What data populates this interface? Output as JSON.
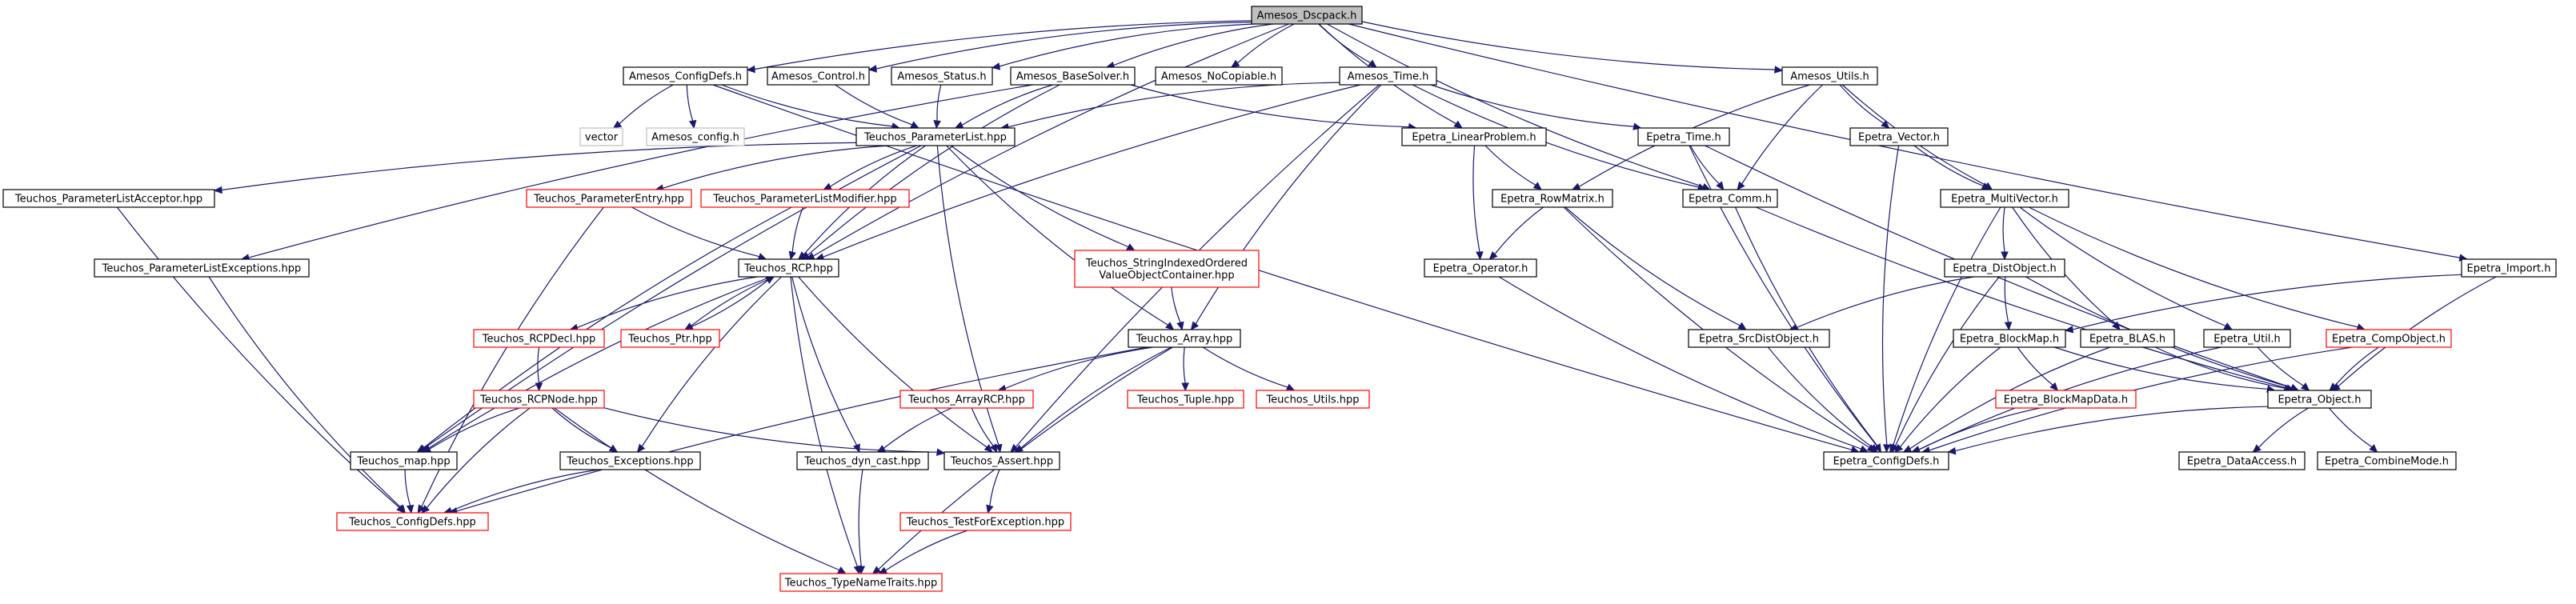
{
  "title": "",
  "colors": {
    "edge": "#191970",
    "box_border": "#000000",
    "box_external": "#bfbfbf",
    "box_missing": "#ff0000",
    "box_root_fill": "#bfbfbf",
    "box_fill": "#ffffff",
    "text": "#000000"
  },
  "nodes": [
    {
      "id": "root",
      "label": "Amesos_Dscpack.h",
      "kind": "root"
    },
    {
      "id": "amesos_configdefs",
      "label": "Amesos_ConfigDefs.h",
      "kind": "normal"
    },
    {
      "id": "amesos_control",
      "label": "Amesos_Control.h",
      "kind": "normal"
    },
    {
      "id": "amesos_status",
      "label": "Amesos_Status.h",
      "kind": "normal"
    },
    {
      "id": "amesos_basesolver",
      "label": "Amesos_BaseSolver.h",
      "kind": "normal"
    },
    {
      "id": "amesos_nocopiable",
      "label": "Amesos_NoCopiable.h",
      "kind": "normal"
    },
    {
      "id": "amesos_time",
      "label": "Amesos_Time.h",
      "kind": "normal"
    },
    {
      "id": "amesos_utils",
      "label": "Amesos_Utils.h",
      "kind": "normal"
    },
    {
      "id": "vector",
      "label": "vector",
      "kind": "external"
    },
    {
      "id": "amesos_config",
      "label": "Amesos_config.h",
      "kind": "external"
    },
    {
      "id": "teuchos_parameterlist",
      "label": "Teuchos_ParameterList.hpp",
      "kind": "normal"
    },
    {
      "id": "epetra_linearproblem",
      "label": "Epetra_LinearProblem.h",
      "kind": "normal"
    },
    {
      "id": "epetra_time",
      "label": "Epetra_Time.h",
      "kind": "normal"
    },
    {
      "id": "epetra_vector",
      "label": "Epetra_Vector.h",
      "kind": "normal"
    },
    {
      "id": "teuchos_plistacceptor",
      "label": "Teuchos_ParameterListAcceptor.hpp",
      "kind": "normal"
    },
    {
      "id": "teuchos_parameterentry",
      "label": "Teuchos_ParameterEntry.hpp",
      "kind": "missing"
    },
    {
      "id": "teuchos_plistmodifier",
      "label": "Teuchos_ParameterListModifier.hpp",
      "kind": "missing"
    },
    {
      "id": "epetra_rowmatrix",
      "label": "Epetra_RowMatrix.h",
      "kind": "normal"
    },
    {
      "id": "epetra_comm",
      "label": "Epetra_Comm.h",
      "kind": "normal"
    },
    {
      "id": "epetra_multivector",
      "label": "Epetra_MultiVector.h",
      "kind": "normal"
    },
    {
      "id": "teuchos_plistexceptions",
      "label": "Teuchos_ParameterListExceptions.hpp",
      "kind": "normal"
    },
    {
      "id": "teuchos_rcp",
      "label": "Teuchos_RCP.hpp",
      "kind": "normal"
    },
    {
      "id": "teuchos_sio",
      "lines": [
        "Teuchos_StringIndexedOrdered",
        "ValueObjectContainer.hpp"
      ],
      "kind": "missing"
    },
    {
      "id": "epetra_operator",
      "label": "Epetra_Operator.h",
      "kind": "normal"
    },
    {
      "id": "epetra_distobject",
      "label": "Epetra_DistObject.h",
      "kind": "normal"
    },
    {
      "id": "epetra_import",
      "label": "Epetra_Import.h",
      "kind": "normal"
    },
    {
      "id": "teuchos_rcpdecl",
      "label": "Teuchos_RCPDecl.hpp",
      "kind": "missing"
    },
    {
      "id": "teuchos_ptr",
      "label": "Teuchos_Ptr.hpp",
      "kind": "missing"
    },
    {
      "id": "teuchos_array",
      "label": "Teuchos_Array.hpp",
      "kind": "normal"
    },
    {
      "id": "epetra_srcdistobject",
      "label": "Epetra_SrcDistObject.h",
      "kind": "normal"
    },
    {
      "id": "epetra_blockmap",
      "label": "Epetra_BlockMap.h",
      "kind": "normal"
    },
    {
      "id": "epetra_blas",
      "label": "Epetra_BLAS.h",
      "kind": "normal"
    },
    {
      "id": "epetra_util",
      "label": "Epetra_Util.h",
      "kind": "normal"
    },
    {
      "id": "epetra_compobject",
      "label": "Epetra_CompObject.h",
      "kind": "missing"
    },
    {
      "id": "teuchos_rcpnode",
      "label": "Teuchos_RCPNode.hpp",
      "kind": "missing"
    },
    {
      "id": "teuchos_arrayrcp",
      "label": "Teuchos_ArrayRCP.hpp",
      "kind": "missing"
    },
    {
      "id": "teuchos_tuple",
      "label": "Teuchos_Tuple.hpp",
      "kind": "missing"
    },
    {
      "id": "teuchos_utils",
      "label": "Teuchos_Utils.hpp",
      "kind": "missing"
    },
    {
      "id": "epetra_blockmapdata",
      "label": "Epetra_BlockMapData.h",
      "kind": "missing"
    },
    {
      "id": "epetra_object",
      "label": "Epetra_Object.h",
      "kind": "normal"
    },
    {
      "id": "teuchos_map",
      "label": "Teuchos_map.hpp",
      "kind": "normal"
    },
    {
      "id": "teuchos_exceptions",
      "label": "Teuchos_Exceptions.hpp",
      "kind": "normal"
    },
    {
      "id": "teuchos_dyncast",
      "label": "Teuchos_dyn_cast.hpp",
      "kind": "normal"
    },
    {
      "id": "teuchos_assert",
      "label": "Teuchos_Assert.hpp",
      "kind": "normal"
    },
    {
      "id": "epetra_configdefs",
      "label": "Epetra_ConfigDefs.h",
      "kind": "normal"
    },
    {
      "id": "epetra_dataaccess",
      "label": "Epetra_DataAccess.h",
      "kind": "normal"
    },
    {
      "id": "epetra_combinemode",
      "label": "Epetra_CombineMode.h",
      "kind": "normal"
    },
    {
      "id": "teuchos_configdefs",
      "label": "Teuchos_ConfigDefs.hpp",
      "kind": "missing"
    },
    {
      "id": "teuchos_testforexception",
      "label": "Teuchos_TestForException.hpp",
      "kind": "missing"
    },
    {
      "id": "teuchos_typenametraits",
      "label": "Teuchos_TypeNameTraits.hpp",
      "kind": "missing"
    }
  ],
  "edges": [
    [
      "root",
      "amesos_configdefs"
    ],
    [
      "root",
      "amesos_control"
    ],
    [
      "root",
      "amesos_status"
    ],
    [
      "root",
      "amesos_basesolver"
    ],
    [
      "root",
      "amesos_nocopiable"
    ],
    [
      "root",
      "amesos_time"
    ],
    [
      "root",
      "amesos_utils"
    ],
    [
      "root",
      "epetra_linearproblem"
    ],
    [
      "root",
      "epetra_comm"
    ],
    [
      "root",
      "epetra_import"
    ],
    [
      "root",
      "teuchos_rcp"
    ],
    [
      "amesos_configdefs",
      "vector"
    ],
    [
      "amesos_configdefs",
      "amesos_config"
    ],
    [
      "amesos_configdefs",
      "teuchos_parameterlist"
    ],
    [
      "amesos_configdefs",
      "epetra_configdefs"
    ],
    [
      "amesos_control",
      "teuchos_parameterlist"
    ],
    [
      "amesos_status",
      "teuchos_parameterlist"
    ],
    [
      "amesos_basesolver",
      "teuchos_parameterlist"
    ],
    [
      "amesos_basesolver",
      "teuchos_rcp"
    ],
    [
      "amesos_basesolver",
      "epetra_linearproblem"
    ],
    [
      "amesos_basesolver",
      "teuchos_plistexceptions"
    ],
    [
      "amesos_time",
      "teuchos_parameterlist"
    ],
    [
      "amesos_time",
      "teuchos_rcp"
    ],
    [
      "amesos_time",
      "epetra_time"
    ],
    [
      "amesos_time",
      "epetra_comm"
    ],
    [
      "amesos_time",
      "teuchos_array"
    ],
    [
      "amesos_time",
      "teuchos_assert"
    ],
    [
      "amesos_utils",
      "epetra_rowmatrix"
    ],
    [
      "amesos_utils",
      "epetra_vector"
    ],
    [
      "amesos_utils",
      "epetra_comm"
    ],
    [
      "amesos_utils",
      "epetra_multivector"
    ],
    [
      "teuchos_parameterlist",
      "teuchos_plistacceptor"
    ],
    [
      "teuchos_parameterlist",
      "teuchos_parameterentry"
    ],
    [
      "teuchos_parameterlist",
      "teuchos_plistmodifier"
    ],
    [
      "teuchos_parameterlist",
      "teuchos_rcp"
    ],
    [
      "teuchos_parameterlist",
      "teuchos_sio"
    ],
    [
      "teuchos_parameterlist",
      "teuchos_array"
    ],
    [
      "teuchos_parameterlist",
      "teuchos_map"
    ],
    [
      "teuchos_parameterlist",
      "teuchos_assert"
    ],
    [
      "teuchos_plistacceptor",
      "teuchos_configdefs"
    ],
    [
      "teuchos_plistexceptions",
      "teuchos_configdefs"
    ],
    [
      "teuchos_parameterentry",
      "teuchos_rcp"
    ],
    [
      "teuchos_parameterentry",
      "teuchos_configdefs"
    ],
    [
      "teuchos_plistmodifier",
      "teuchos_rcp"
    ],
    [
      "teuchos_plistmodifier",
      "teuchos_map"
    ],
    [
      "teuchos_sio",
      "teuchos_array"
    ],
    [
      "teuchos_rcp",
      "teuchos_rcpdecl"
    ],
    [
      "teuchos_rcp",
      "teuchos_ptr"
    ],
    [
      "teuchos_rcp",
      "teuchos_map"
    ],
    [
      "teuchos_rcp",
      "teuchos_exceptions"
    ],
    [
      "teuchos_rcp",
      "teuchos_dyncast"
    ],
    [
      "teuchos_rcp",
      "teuchos_assert"
    ],
    [
      "teuchos_rcp",
      "teuchos_typenametraits"
    ],
    [
      "teuchos_ptr",
      "teuchos_rcp"
    ],
    [
      "teuchos_rcpdecl",
      "teuchos_rcpnode"
    ],
    [
      "teuchos_rcpnode",
      "teuchos_map"
    ],
    [
      "teuchos_rcpnode",
      "teuchos_exceptions"
    ],
    [
      "teuchos_rcpnode",
      "teuchos_configdefs"
    ],
    [
      "teuchos_rcpnode",
      "teuchos_assert"
    ],
    [
      "teuchos_rcpnode",
      "teuchos_typenametraits"
    ],
    [
      "teuchos_array",
      "teuchos_arrayrcp"
    ],
    [
      "teuchos_array",
      "teuchos_tuple"
    ],
    [
      "teuchos_array",
      "teuchos_utils"
    ],
    [
      "teuchos_array",
      "teuchos_assert"
    ],
    [
      "teuchos_array",
      "teuchos_configdefs"
    ],
    [
      "teuchos_array",
      "teuchos_typenametraits"
    ],
    [
      "teuchos_arrayrcp",
      "teuchos_dyncast"
    ],
    [
      "teuchos_arrayrcp",
      "teuchos_assert"
    ],
    [
      "teuchos_map",
      "teuchos_configdefs"
    ],
    [
      "teuchos_exceptions",
      "teuchos_configdefs"
    ],
    [
      "teuchos_dyncast",
      "teuchos_typenametraits"
    ],
    [
      "teuchos_assert",
      "teuchos_testforexception"
    ],
    [
      "teuchos_testforexception",
      "teuchos_typenametraits"
    ],
    [
      "epetra_linearproblem",
      "epetra_rowmatrix"
    ],
    [
      "epetra_linearproblem",
      "epetra_operator"
    ],
    [
      "epetra_time",
      "epetra_comm"
    ],
    [
      "epetra_time",
      "epetra_configdefs"
    ],
    [
      "epetra_time",
      "epetra_object"
    ],
    [
      "epetra_vector",
      "epetra_multivector"
    ],
    [
      "epetra_vector",
      "epetra_configdefs"
    ],
    [
      "epetra_rowmatrix",
      "epetra_operator"
    ],
    [
      "epetra_rowmatrix",
      "epetra_srcdistobject"
    ],
    [
      "epetra_rowmatrix",
      "epetra_configdefs"
    ],
    [
      "epetra_comm",
      "epetra_configdefs"
    ],
    [
      "epetra_comm",
      "epetra_object"
    ],
    [
      "epetra_operator",
      "epetra_configdefs"
    ],
    [
      "epetra_multivector",
      "epetra_distobject"
    ],
    [
      "epetra_multivector",
      "epetra_blas"
    ],
    [
      "epetra_multivector",
      "epetra_util"
    ],
    [
      "epetra_multivector",
      "epetra_compobject"
    ],
    [
      "epetra_multivector",
      "epetra_configdefs"
    ],
    [
      "epetra_distobject",
      "epetra_srcdistobject"
    ],
    [
      "epetra_distobject",
      "epetra_blockmap"
    ],
    [
      "epetra_distobject",
      "epetra_object"
    ],
    [
      "epetra_distobject",
      "epetra_configdefs"
    ],
    [
      "epetra_import",
      "epetra_blockmap"
    ],
    [
      "epetra_import",
      "epetra_object"
    ],
    [
      "epetra_srcdistobject",
      "epetra_configdefs"
    ],
    [
      "epetra_blockmap",
      "epetra_blockmapdata"
    ],
    [
      "epetra_blockmap",
      "epetra_object"
    ],
    [
      "epetra_blockmap",
      "epetra_configdefs"
    ],
    [
      "epetra_blas",
      "epetra_object"
    ],
    [
      "epetra_blas",
      "epetra_configdefs"
    ],
    [
      "epetra_util",
      "epetra_object"
    ],
    [
      "epetra_util",
      "epetra_configdefs"
    ],
    [
      "epetra_compobject",
      "epetra_object"
    ],
    [
      "epetra_compobject",
      "epetra_configdefs"
    ],
    [
      "epetra_blockmapdata",
      "epetra_configdefs"
    ],
    [
      "epetra_object",
      "epetra_configdefs"
    ],
    [
      "epetra_object",
      "epetra_dataaccess"
    ],
    [
      "epetra_object",
      "epetra_combinemode"
    ]
  ]
}
